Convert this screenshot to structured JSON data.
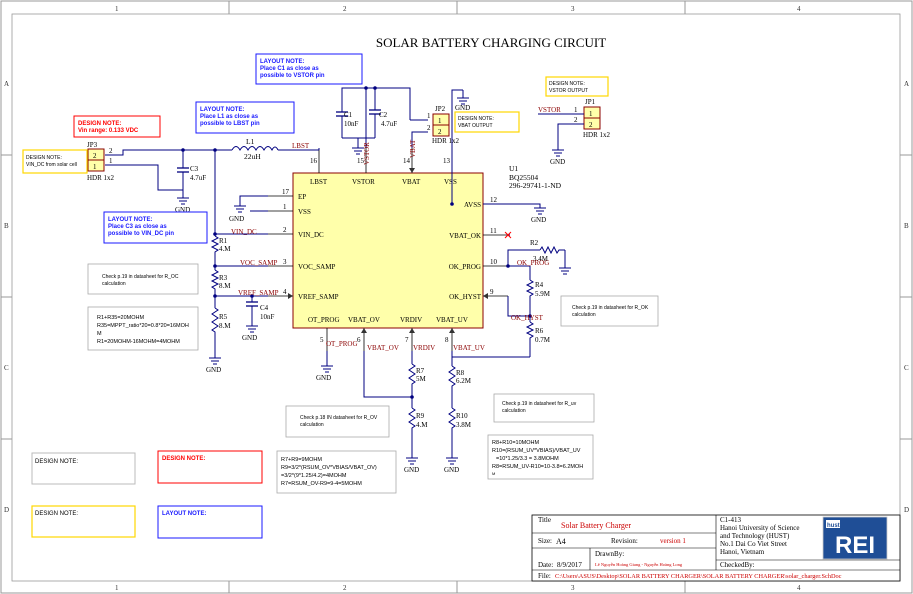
{
  "title": "SOLAR BATTERY CHARGING CIRCUIT",
  "border": {
    "cols": [
      "1",
      "2",
      "3",
      "4"
    ],
    "rows": [
      "A",
      "B",
      "C",
      "D"
    ]
  },
  "ic": {
    "ref": "U1",
    "part": "BQ25504",
    "pn": "296-29741-1-ND",
    "top_pins": [
      {
        "num": "16",
        "name": "LBST"
      },
      {
        "num": "15",
        "name": "VSTOR"
      },
      {
        "num": "14",
        "name": "VBAT"
      },
      {
        "num": "13",
        "name": "VSS"
      }
    ],
    "left_pins": [
      {
        "num": "17",
        "name": "EP"
      },
      {
        "num": "1",
        "name": "VSS"
      },
      {
        "num": "2",
        "name": "VIN_DC"
      },
      {
        "num": "3",
        "name": "VOC_SAMP"
      },
      {
        "num": "4",
        "name": "VREF_SAMP"
      }
    ],
    "right_pins": [
      {
        "num": "12",
        "name": "AVSS"
      },
      {
        "num": "11",
        "name": "VBAT_OK"
      },
      {
        "num": "10",
        "name": "OK_PROG"
      },
      {
        "num": "9",
        "name": "OK_HYST"
      }
    ],
    "bottom_pins": [
      {
        "num": "5",
        "name": "OT_PROG"
      },
      {
        "num": "6",
        "name": "VBAT_OV"
      },
      {
        "num": "7",
        "name": "VRDIV"
      },
      {
        "num": "8",
        "name": "VBAT_UV"
      }
    ]
  },
  "nets": {
    "lbst": "LBST",
    "vstor": "VSTOR",
    "vbat": "VBAT",
    "vin_dc": "VIN_DC",
    "voc_samp": "VOC_SAMP",
    "vref_samp": "VREF_SAMP",
    "ok_prog": "OK_PROG",
    "ok_hyst": "OK_HYST",
    "ot_prog": "OT_PROG",
    "vbat_ov": "VBAT_OV",
    "vrdiv": "VRDIV",
    "vbat_uv": "VBAT_UV",
    "vstor_out": "VSTOR"
  },
  "components": {
    "l1": {
      "ref": "L1",
      "value": "22uH"
    },
    "c1": {
      "ref": "C1",
      "value": "10nF"
    },
    "c2": {
      "ref": "C2",
      "value": "4.7uF"
    },
    "c3": {
      "ref": "C3",
      "value": "4.7uF"
    },
    "c4": {
      "ref": "C4",
      "value": "10nF"
    },
    "r1": {
      "ref": "R1",
      "value": "4.M"
    },
    "r2": {
      "ref": "R2",
      "value": "3.4M"
    },
    "r3": {
      "ref": "R3",
      "value": "8.M"
    },
    "r4": {
      "ref": "R4",
      "value": "5.9M"
    },
    "r5": {
      "ref": "R5",
      "value": "8.M"
    },
    "r6": {
      "ref": "R6",
      "value": "0.7M"
    },
    "r7": {
      "ref": "R7",
      "value": "5M"
    },
    "r8": {
      "ref": "R8",
      "value": "6.2M"
    },
    "r9": {
      "ref": "R9",
      "value": "4.M"
    },
    "r10": {
      "ref": "R10",
      "value": "3.8M"
    },
    "jp1": {
      "ref": "JP1",
      "type": "HDR 1x2"
    },
    "jp2": {
      "ref": "JP2",
      "type": "HDR 1x2"
    },
    "jp3": {
      "ref": "JP3",
      "type": "HDR 1x2"
    },
    "gnd": "GND"
  },
  "notes": {
    "layout_c1": [
      "LAYOUT NOTE:",
      "Place C1 as close as",
      "possible to VSTOR pin"
    ],
    "layout_l1": [
      "LAYOUT NOTE:",
      "Place L1 as close as",
      "possible to LBST pin"
    ],
    "design_vin": [
      "DESIGN NOTE:",
      "Vin range: 0.133 VDC"
    ],
    "vin_dc_src": [
      "DESIGN NOTE:",
      "VIN_DC from solar cell"
    ],
    "vbat_output": [
      "DESIGN NOTE:",
      "VBAT OUTPUT"
    ],
    "vstor_output": [
      "DESIGN NOTE:",
      "VSTOR OUTPUT"
    ],
    "layout_c3": [
      "LAYOUT NOTE:",
      "Place C3 as close as",
      "possible to VIN_DC pin"
    ],
    "check_roc": [
      "Check p.19 in datasheet for R_OC",
      "calculation"
    ],
    "calc_roc": [
      "R1+R35=20MOHM",
      "R35=MPPT_ratio*20=0.8*20=16MOH",
      "M",
      "R1=20MOHM-16MOHM=4MOHM"
    ],
    "check_rok": [
      "Check p.19 in datasheet for R_OK",
      "calculation"
    ],
    "check_rov": [
      "Check p.18 IN datasheet for R_OV",
      "calculation"
    ],
    "calc_rov": [
      "R7+R9=9MOHM",
      "R9=3/2*(RSUM_OV*VBIAS/VBAT_OV)",
      "=3/2*(9*1.25/4.2)=4MOHM",
      "R7=RSUM_OV-R9=9-4=5MOHM"
    ],
    "check_ruv": [
      "Check p.19 in datasheet for R_uv",
      "calculation"
    ],
    "calc_ruv": [
      "R8+R10=10MOHM",
      "R10=(RSUM_UV*VBIAS)/VBAT_UV",
      "=10*1.25/3.3 = 3.8MOHM",
      "R8=RSUM_UV-R10=10-3.8=6.2MOH",
      "M"
    ],
    "design_note_1": "DESIGN NOTE:",
    "design_note_2": "DESIGN NOTE:",
    "design_note_3": "DESIGN NOTE:",
    "layout_note_4": "LAYOUT NOTE:"
  },
  "title_block": {
    "title_label": "Title",
    "title_value": "Solar Battery Charger",
    "size_label": "Size:",
    "size_value": "A4",
    "revision_label": "Revision:",
    "revision_value": "version 1",
    "date_label": "Date:",
    "date_value": "8/9/2017",
    "drawn_label": "DrawnBy:",
    "drawn_value": "Lê Nguyễn Hoàng Giang - Nguyễn Hoàng Long",
    "checked_label": "CheckedBy:",
    "file_label": "File:",
    "file_value": "C:\\Users\\ASUS\\Desktop\\SOLAR BATTERY CHARGER\\SOLAR BATTERY CHARGER\\solar_charger.SchDoc",
    "org": [
      "C1-413",
      "Hanoi University of Science",
      "and Technology (HUST)",
      "No.1 Dai Co Viet Street",
      "Hanoi, Vietnam"
    ],
    "logo_text": "REI",
    "logo_small": "hust"
  },
  "colors": {
    "wire": "#000080",
    "net": "#8b0000",
    "ic_fill": "#ffffaa",
    "ic_border": "#8b0000",
    "note_blue": "#1a1aff",
    "note_red": "#ff0000",
    "note_yellow": "#ffd700",
    "logo_bg": "#1f4e96"
  }
}
